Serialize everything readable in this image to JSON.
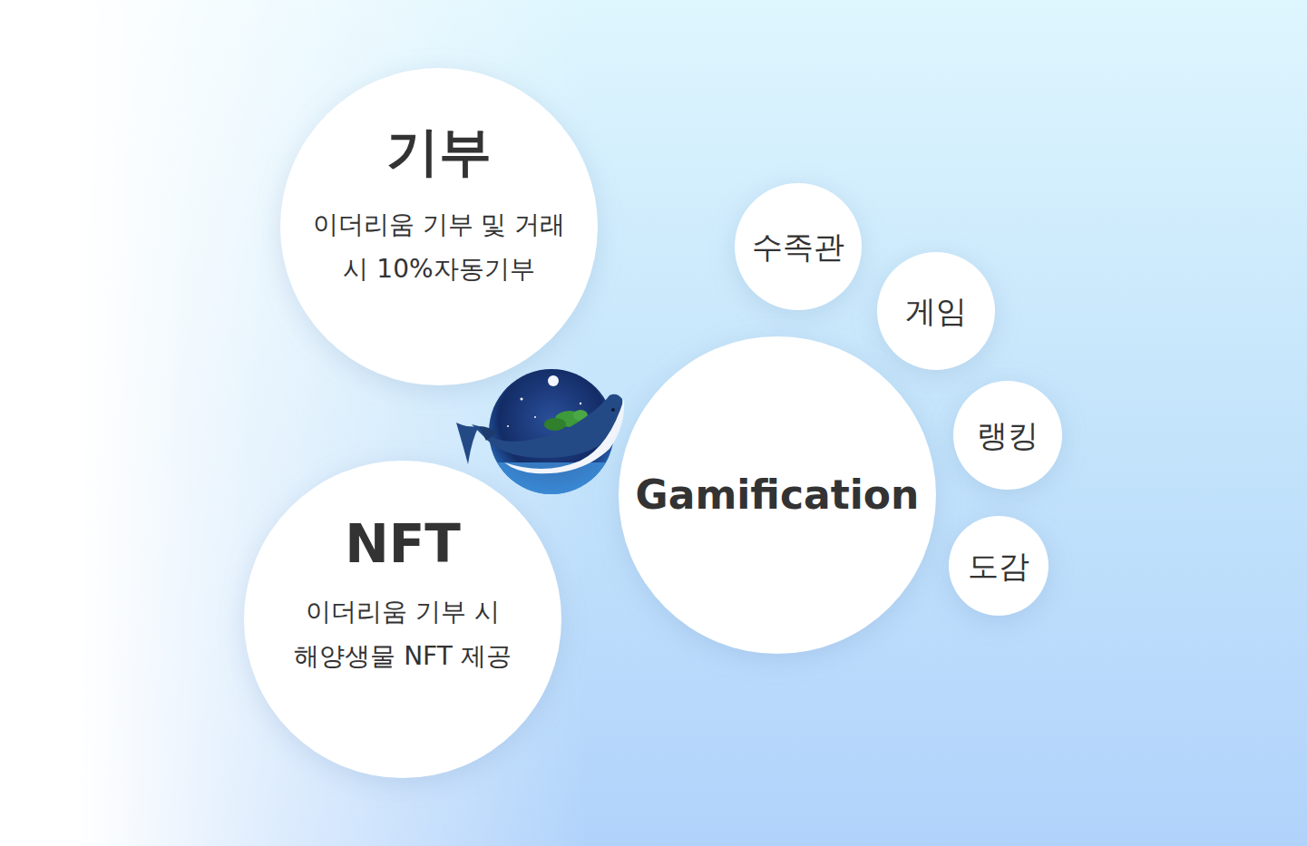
{
  "diagram": {
    "nodes": [
      {
        "text": [
          "기부",
          "이더리움 기부 및 거래 시 10%자동기부"
        ]
      },
      {
        "text": [
          "NFT",
          "이더리움 기부 시 해양생물 NFT 제공"
        ]
      },
      {
        "text": [
          "Gamification"
        ]
      },
      {
        "text": [
          "수족관"
        ]
      },
      {
        "text": [
          "게임"
        ]
      },
      {
        "text": [
          "랭킹"
        ]
      },
      {
        "text": [
          "도감"
        ]
      }
    ]
  }
}
